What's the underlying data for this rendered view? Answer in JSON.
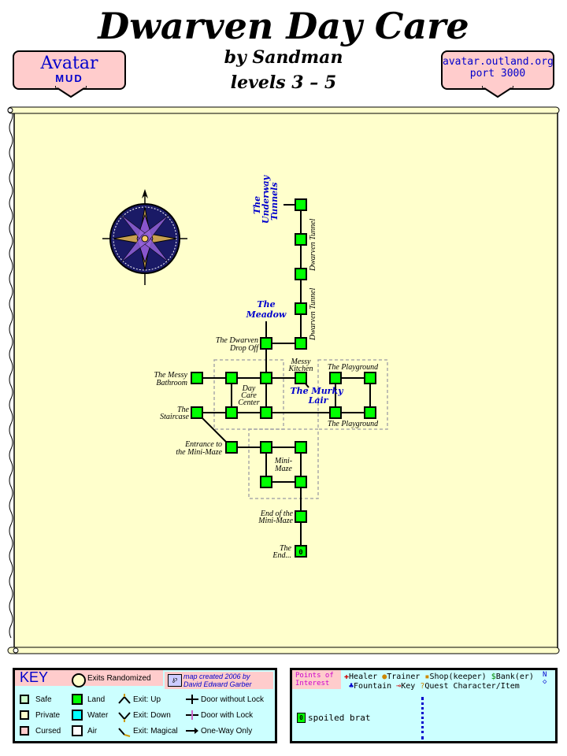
{
  "header": {
    "title": "Dwarven Day Care",
    "author": "by Sandman",
    "levels": "levels 3 – 5"
  },
  "banners": {
    "left_line1": "Avatar",
    "left_line2": "MUD",
    "right_line1": "avatar.outland.org",
    "right_line2": "port 3000"
  },
  "map": {
    "room_labels": {
      "dwarven_drop_off": "The Dwarven Drop Off",
      "messy_bathroom": "The Messy Bathroom",
      "messy_kitchen": "Messy Kitchen",
      "playground_top": "The Playground",
      "playground_bottom": "The Playground",
      "day_care_center": "Day Care Center",
      "staircase": "The Staircase",
      "entrance_mini_maze": "Entrance to the Mini-Maze",
      "mini_maze": "Mini-Maze",
      "end_mini_maze": "End of the Mini-Maze",
      "the_end": "The End...",
      "dwarven_tunnel_1": "Dwarven Tunnel",
      "dwarven_tunnel_2": "Dwarven Tunnel"
    },
    "area_links": {
      "underway_tunnels": "The Underway Tunnels",
      "meadow": "The Meadow",
      "murky_lair": "The Murky Lair"
    },
    "room_marker": "0"
  },
  "key": {
    "title": "KEY",
    "exits_randomized": "Exits Randomized",
    "credit_line1": "map created 2006 by",
    "credit_line2": "David Edward Garber",
    "safe": "Safe",
    "private": "Private",
    "cursed": "Cursed",
    "land": "Land",
    "water": "Water",
    "air": "Air",
    "exit_up": "Exit: Up",
    "exit_down": "Exit: Down",
    "exit_magical": "Exit: Magical",
    "door_without_lock": "Door without Lock",
    "door_with_lock": "Door with Lock",
    "one_way_only": "One-Way Only"
  },
  "poi": {
    "title_line1": "Points of",
    "title_line2": "Interest",
    "healer": "Healer",
    "trainer": "Trainer",
    "shop": "Shop(keeper)",
    "bank": "Bank(er)",
    "fountain": "Fountain",
    "key": "Key",
    "quest": "Quest Character/Item",
    "compass_n": "N",
    "entry_marker": "0",
    "entry_text": "spoiled brat"
  },
  "colors": {
    "land": "#00ff00",
    "water": "#00ffff",
    "parchment": "#ffffcc",
    "banner": "#ffcccc",
    "panel": "#ccffff",
    "link_blue": "#0000cc"
  }
}
